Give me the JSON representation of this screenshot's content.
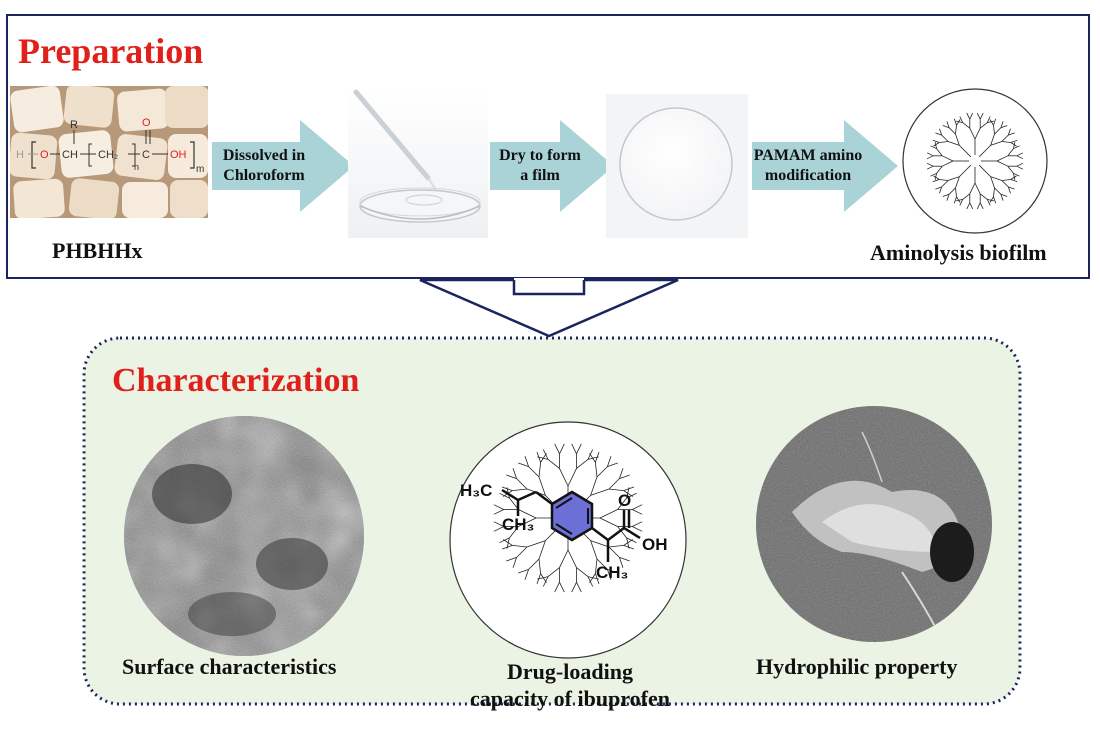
{
  "preparation": {
    "title": "Preparation",
    "material_label": "PHBHHx",
    "result_label": "Aminolysis biofilm",
    "steps": [
      {
        "line1": "Dissolved in",
        "line2": "Chloroform"
      },
      {
        "line1": "Dry to form",
        "line2": "a film"
      },
      {
        "line1": "PAMAM amino",
        "line2": "modification"
      }
    ],
    "formula": {
      "r": "R",
      "o_top": "O",
      "ch": "CH",
      "ch2": "CH₂",
      "c": "C",
      "oh": "OH",
      "h": "H",
      "o": "O",
      "n": "n",
      "m": "m"
    }
  },
  "characterization": {
    "title": "Characterization",
    "items": [
      {
        "label": "Surface characteristics"
      },
      {
        "label_line1": "Drug-loading",
        "label_line2": "capacity of ibuprofen"
      },
      {
        "label": "Hydrophilic property"
      }
    ],
    "ibuprofen": {
      "h3c": "H₃C",
      "ch3_left": "CH₃",
      "o": "O",
      "oh": "OH",
      "ch3_bottom": "CH₃"
    }
  },
  "colors": {
    "title_red": "#e0201b",
    "frame_navy": "#1a2560",
    "arrow_teal": "#a9d3d6",
    "char_bg": "#eaf3e4",
    "ring_blue": "#6b6fd6"
  }
}
